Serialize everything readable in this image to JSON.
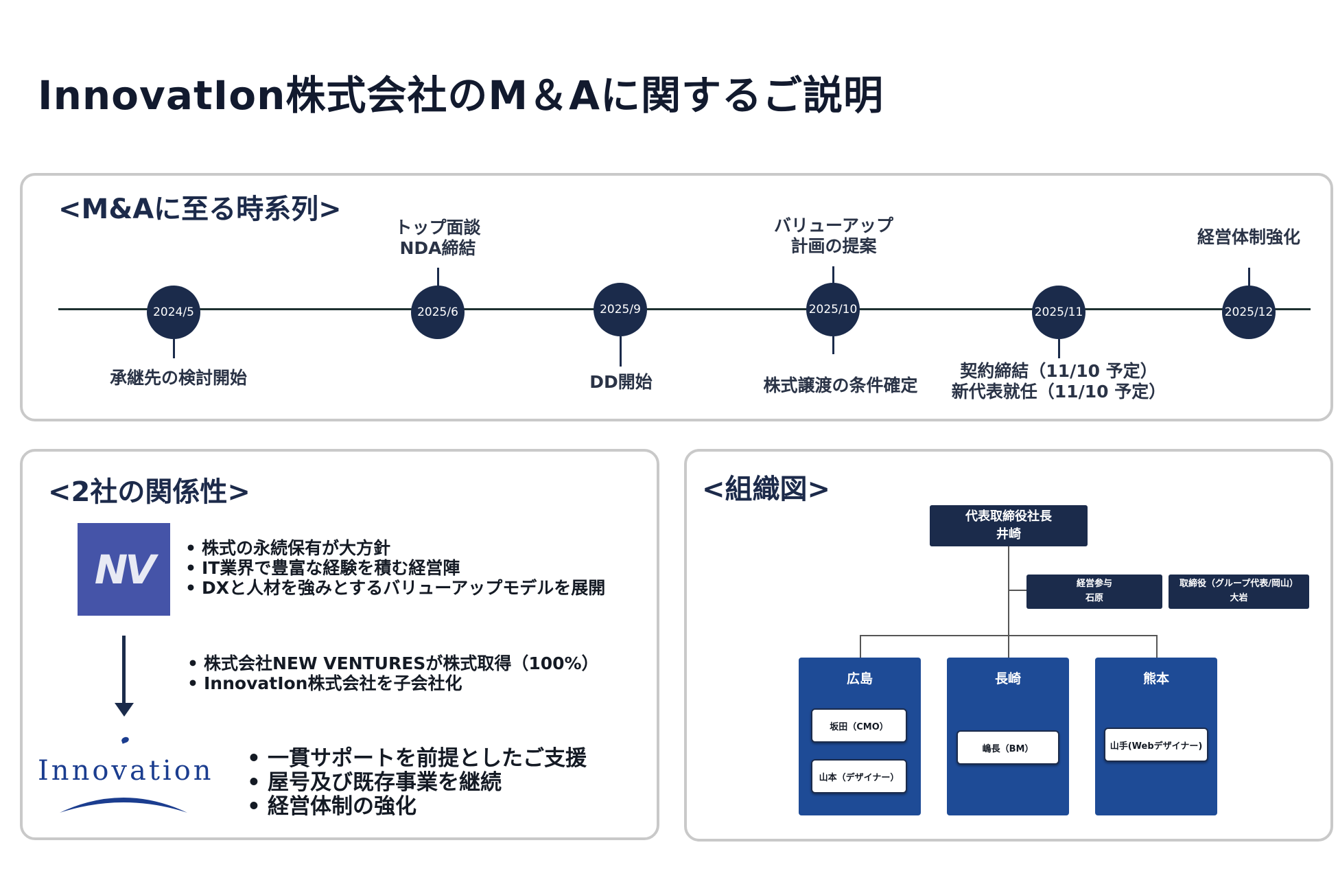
{
  "title": "InnovatIon株式会社のM＆Aに関するご説明",
  "timeline": {
    "heading": "<M&Aに至る時系列>",
    "nodes": [
      {
        "date": "2024/5",
        "label": "承継先の検討開始"
      },
      {
        "date": "2025/6",
        "label_lines": [
          "トップ面談",
          "NDA締結"
        ]
      },
      {
        "date": "2025/9",
        "label": "DD開始"
      },
      {
        "date": "2025/10",
        "label_lines": [
          "バリューアップ",
          "計画の提案"
        ],
        "below_label": "株式譲渡の条件確定"
      },
      {
        "date": "2025/11",
        "label_lines": [
          "契約締結（11/10 予定）",
          "新代表就任（11/10 予定）"
        ]
      },
      {
        "date": "2025/12",
        "label": "経営体制強化"
      }
    ]
  },
  "relationship": {
    "heading": "<2社の関係性>",
    "nv_logo_text": "NV",
    "nv_points": [
      "株式の永続保有が大方針",
      "IT業界で豊富な経験を積む経営陣",
      "DXと人材を強みとするバリューアップモデルを展開"
    ],
    "transaction_points": [
      "株式会社NEW VENTURESが株式取得（100%）",
      "InnovatIon株式会社を子会社化"
    ],
    "innovation_logo_text": "Innovation",
    "support_points": [
      "一貫サポートを前提としたご支援",
      "屋号及び既存事業を継続",
      "経営体制の強化"
    ]
  },
  "org_chart": {
    "heading": "<組織図>",
    "ceo": {
      "role": "代表取締役社長",
      "name": "井崎"
    },
    "advisors": [
      {
        "role": "経営参与",
        "name": "石原"
      },
      {
        "role": "取締役（グループ代表/岡山）",
        "name": "大岩"
      }
    ],
    "branches": [
      {
        "name": "広島",
        "members": [
          "坂田（CMO）",
          "山本（デザイナー）"
        ]
      },
      {
        "name": "長崎",
        "members": [
          "嶋長（BM）"
        ]
      },
      {
        "name": "熊本",
        "members": [
          "山手(Webデザイナー)"
        ]
      }
    ]
  },
  "colors": {
    "navy": "#1b2b4b",
    "branch_blue": "#1e4b96",
    "nv_purple": "#4554a8",
    "panel_border": "#c9c9c9"
  }
}
